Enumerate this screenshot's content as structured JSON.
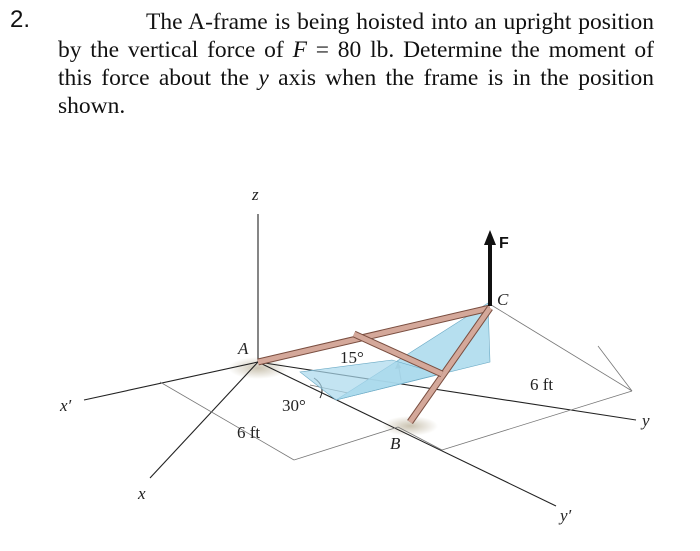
{
  "problem": {
    "number": "2.",
    "text_1": "The A-frame is being hoisted into an upright position by the vertical force of ",
    "force_symbol": "F",
    "text_2": " = 80 lb. Determine the moment of this force about the ",
    "axis_symbol": "y",
    "text_3": " axis when the frame is in the position shown."
  },
  "figure": {
    "axis_z": "z",
    "axis_x": "x",
    "axis_x_prime": "x′",
    "axis_y": "y",
    "axis_y_prime": "y′",
    "point_a": "A",
    "point_b": "B",
    "point_c": "C",
    "force_label": "F",
    "angle_15": "15°",
    "angle_30": "30°",
    "dim_left": "6 ft",
    "dim_right": "6 ft",
    "colors": {
      "frame": "#d4a89a",
      "frame_edge": "#7a4e40",
      "shading": "#a9d9ec",
      "axis": "#222222"
    }
  }
}
